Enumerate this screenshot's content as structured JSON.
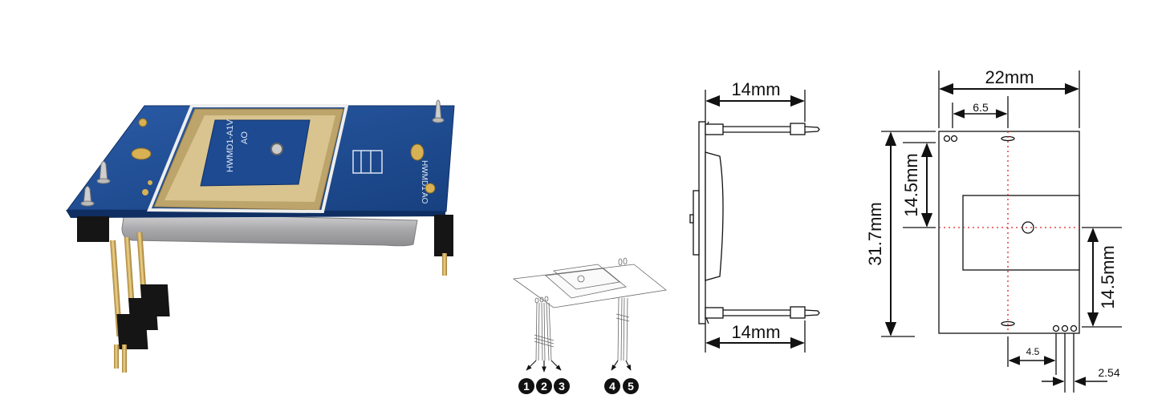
{
  "product_photo": {
    "chip_marking": "HWMD1-A1V",
    "chip_marking_2": "AO",
    "edge_marking": "HWMD1 AO"
  },
  "pinout": {
    "pins": [
      "1",
      "2",
      "3",
      "4",
      "5"
    ]
  },
  "side_view": {
    "top_dimension": "14mm",
    "bottom_dimension": "14mm"
  },
  "front_view": {
    "width": "22mm",
    "offset_top": "6.5",
    "height": "31.7mm",
    "upper_section": "14.5mm",
    "lower_section": "14.5mm",
    "pin_offset": "4.5",
    "pin_pitch": "2.54"
  },
  "colors": {
    "pcb_blue": "#1f4f96",
    "pcb_dark": "#173c78",
    "shield_silver": "#b9b9bb",
    "gold": "#c9a24a",
    "centerline_red": "#e02020",
    "header_black": "#151515"
  }
}
